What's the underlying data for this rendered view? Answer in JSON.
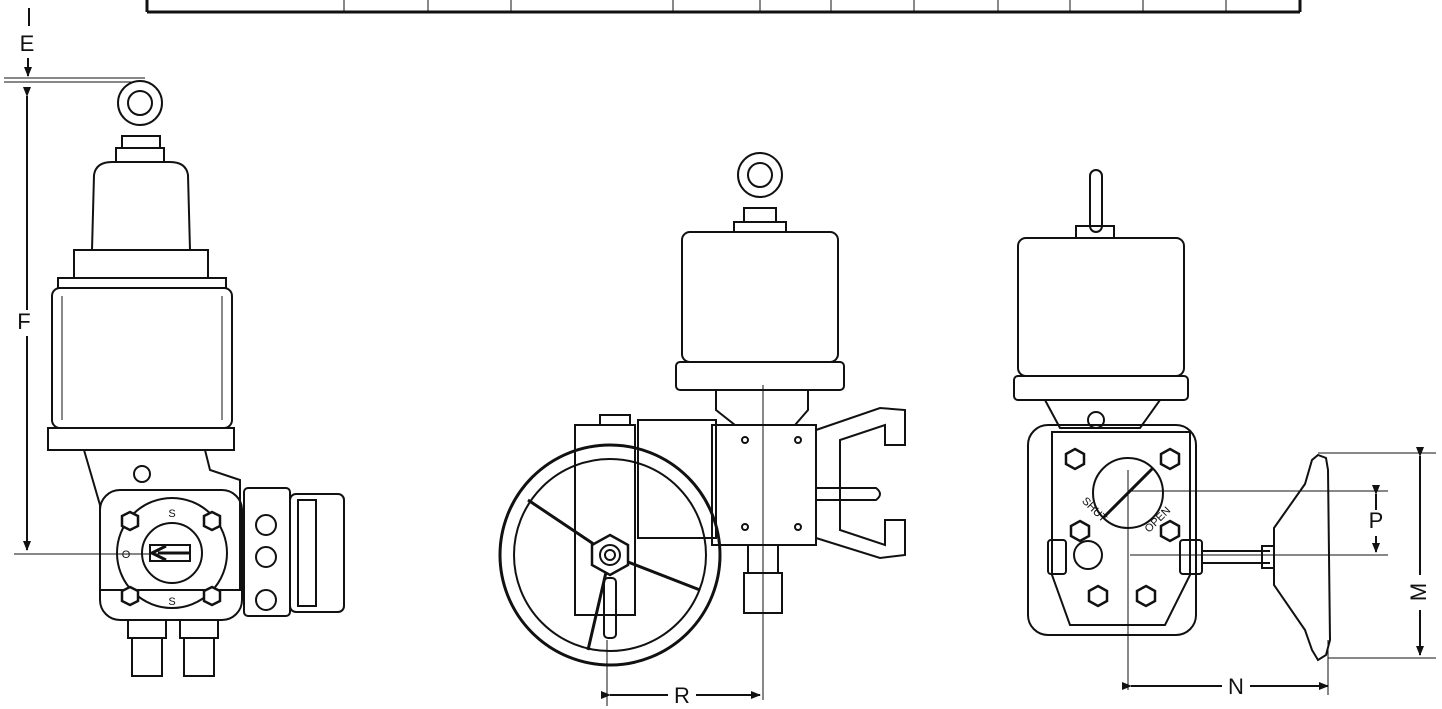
{
  "dimension_labels": {
    "E": "E",
    "F": "F",
    "R": "R",
    "P": "P",
    "M": "M",
    "N": "N"
  },
  "dial_labels": {
    "shut": "SHUT",
    "open": "OPEN",
    "s_top": "S",
    "s_bottom": "S",
    "o_left": "O"
  },
  "line_color": "#111111"
}
